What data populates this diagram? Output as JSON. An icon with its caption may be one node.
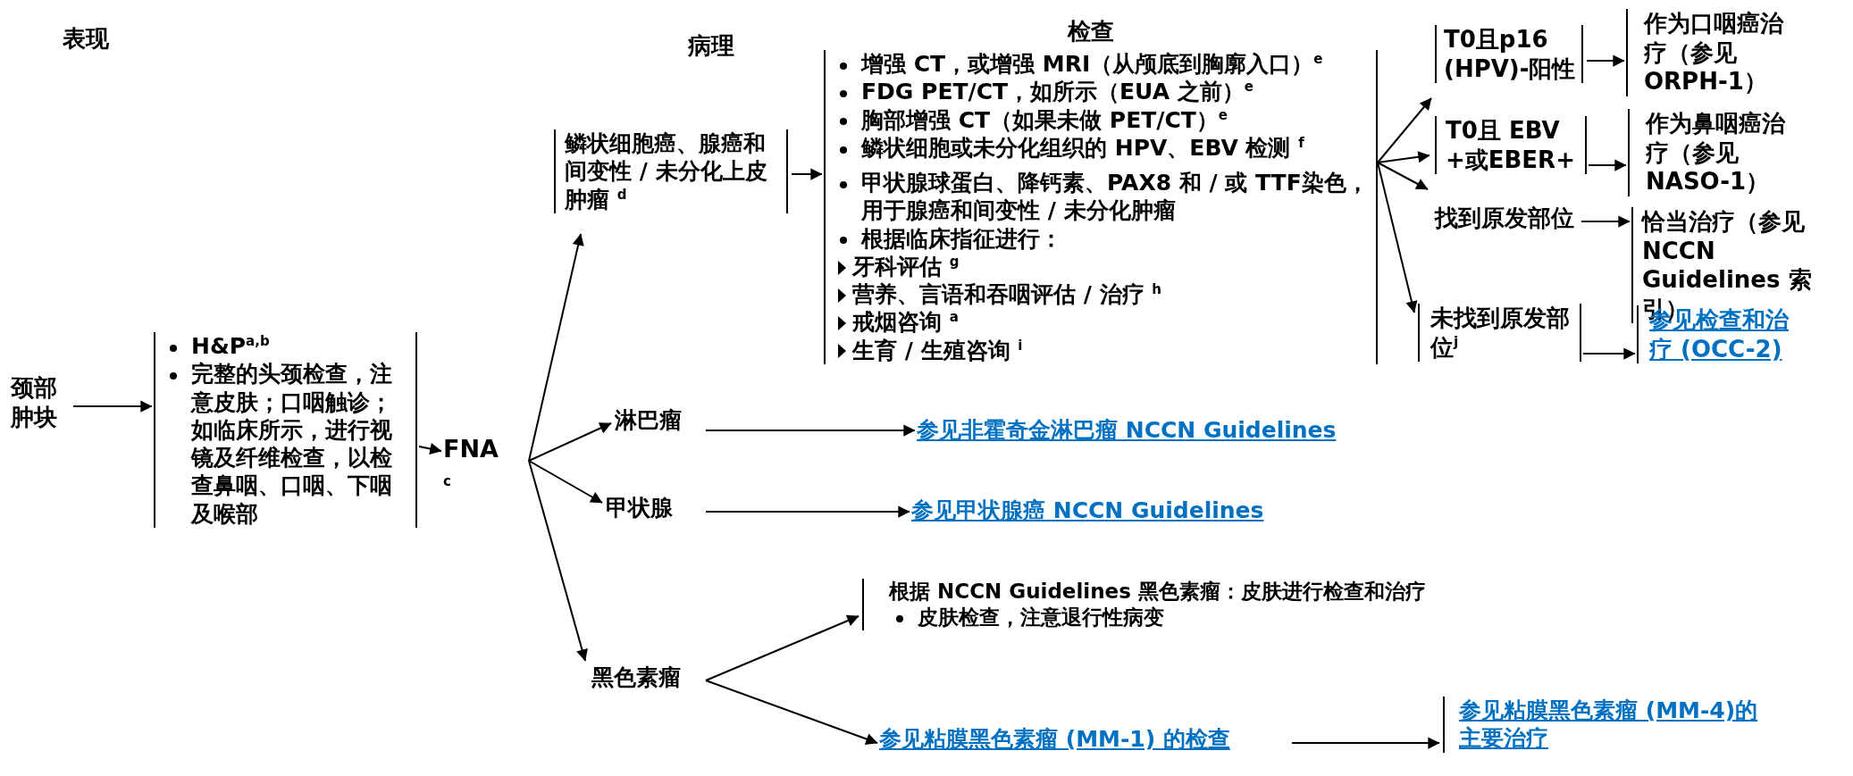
{
  "diagram": {
    "nodes": [
      {
        "text": [
          "颈部肿块"
        ]
      },
      {
        "text": [
          "H&P$^{a,b}$",
          "完整的头颈检查，注意皮肤；口咽触诊；如临床所示，进行视镜及纤维检查，以检查鼻咽、口咽、下咽及喉部"
        ]
      },
      {
        "text": [
          "FNA"
        ],
        "beside": [
          "c"
        ]
      },
      {
        "text": [
          "鳞状细胞癌、腺癌和间变性 / 未分化上皮肿瘤 $^{d}$"
        ]
      },
      {
        "text": [
          "增强 CT，或增强 MRI（从颅底到胸廓入口）$^{e}$",
          "FDG PET/CT，如所示（EUA 之前）$^{e}$",
          "胸部增强 CT（如果未做 PET/CT）$^{e}$",
          "鳞状细胞或未分化组织的 HPV、EBV 检测 $^{f}$",
          "甲状腺球蛋白、降钙素、PAX8 和 / 或 TTF染色，用于腺癌和间变性 / 未分化肿瘤",
          "根据临床指征进行：",
          "牙科评估 $^{g}$",
          "营养、言语和吞咽评估 / 治疗 $^{h}$",
          "戒烟咨询 $^{a}$",
          "生育 / 生殖咨询 $^{i}$"
        ]
      },
      {
        "text": [
          "淋巴瘤"
        ]
      },
      {
        "text": [
          "甲状腺"
        ]
      },
      {
        "text": [
          "黑色素瘤"
        ]
      },
      {
        "text": [
          "T0且p16 (HPV)-阳性"
        ]
      },
      {
        "text": [
          "T0且 EBV +或EBER+"
        ]
      },
      {
        "text": [
          "找到原发部位"
        ]
      },
      {
        "text": [
          "未找到原发部位$^{j}$"
        ]
      },
      {
        "text": [
          "作为口咽癌治疗（参见 ORPH-1）"
        ]
      },
      {
        "text": [
          "作为鼻咽癌治疗（参见 NASO-1）"
        ]
      },
      {
        "text": [
          "恰当治疗（参见 NCCN Guidelines 索引）"
        ]
      },
      {
        "text": [
          "参见检查和治疗 (OCC-2)"
        ]
      },
      {
        "text": [
          "参见非霍奇金淋巴瘤 NCCN Guidelines"
        ]
      },
      {
        "text": [
          "参见甲状腺癌 NCCN Guidelines"
        ]
      },
      {
        "text": [
          "根据 NCCN Guidelines 黑色素瘤：皮肤进行检查和治疗",
          "皮肤检查，注意退行性病变"
        ]
      },
      {
        "text": [
          "参见粘膜黑色素瘤 (MM-1) 的检查"
        ]
      },
      {
        "text": [
          "参见粘膜黑色素瘤 (MM-4)的主要治疗"
        ]
      }
    ],
    "edges": [
      {
        "from": 0,
        "to": 1,
        "arrow": "to"
      },
      {
        "from": 1,
        "to": 2,
        "arrow": "to"
      },
      {
        "from": 2,
        "to": 3,
        "arrow": "to"
      },
      {
        "from": 2,
        "to": 5,
        "arrow": "to"
      },
      {
        "from": 2,
        "to": 6,
        "arrow": "to"
      },
      {
        "from": 2,
        "to": 7,
        "arrow": "to"
      },
      {
        "from": 3,
        "to": 4,
        "arrow": "to"
      },
      {
        "from": 4,
        "to": 8,
        "arrow": "to"
      },
      {
        "from": 4,
        "to": 9,
        "arrow": "to"
      },
      {
        "from": 4,
        "to": 10,
        "arrow": "to"
      },
      {
        "from": 4,
        "to": 11,
        "arrow": "to"
      },
      {
        "from": 8,
        "to": 12,
        "arrow": "to"
      },
      {
        "from": 9,
        "to": 13,
        "arrow": "to"
      },
      {
        "from": 10,
        "to": 14,
        "arrow": "to"
      },
      {
        "from": 11,
        "to": 15,
        "arrow": "to"
      },
      {
        "from": 5,
        "to": 16,
        "arrow": "to"
      },
      {
        "from": 6,
        "to": 17,
        "arrow": "to"
      },
      {
        "from": 7,
        "to": 18,
        "arrow": "to"
      },
      {
        "from": 7,
        "to": 19,
        "arrow": "to"
      },
      {
        "from": 19,
        "to": 20,
        "arrow": "to"
      }
    ],
    "labels": [
      "表现",
      "病理",
      "检查"
    ]
  }
}
